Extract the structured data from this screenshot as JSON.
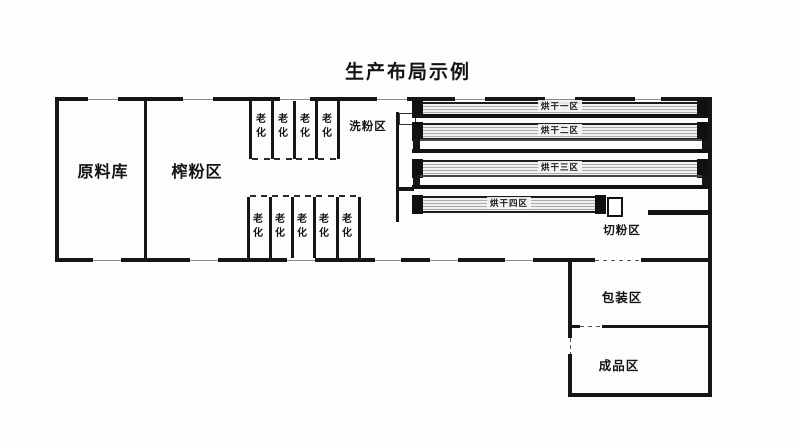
{
  "title": "生产布局示例",
  "plan": {
    "type": "factory-floor-plan",
    "rooms": {
      "raw_material": "原料库",
      "pressing": "榨粉区",
      "washing": "洗粉区",
      "aging": "老化",
      "cutting": "切粉区",
      "packaging": "包装区",
      "finished_goods": "成品区"
    },
    "drying_zones": [
      "烘干一区",
      "烘干二区",
      "烘干三区",
      "烘干四区"
    ],
    "aging_rooms": {
      "top_row_count": 4,
      "bottom_row_count": 5
    },
    "colors": {
      "wall": "#161616",
      "background": "#ffffff",
      "strip_fill": "#f0f0f0",
      "strip_hatch": "#ababab"
    }
  }
}
